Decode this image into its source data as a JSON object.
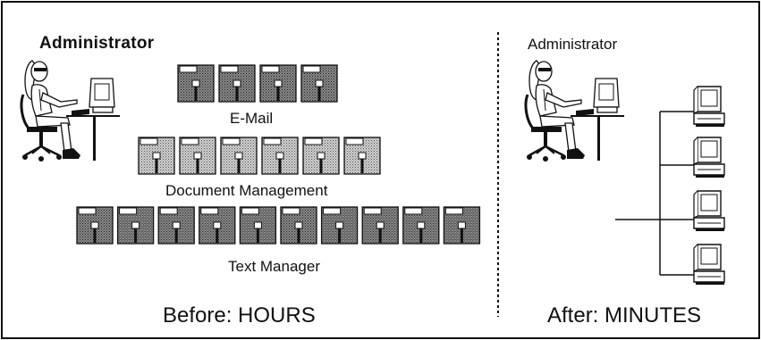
{
  "before": {
    "admin_label": "Administrator",
    "groups": [
      {
        "label": "E-Mail",
        "disk_count": 4,
        "shade": "dark"
      },
      {
        "label": "Document Management",
        "disk_count": 6,
        "shade": "light"
      },
      {
        "label": "Text Manager",
        "disk_count": 10,
        "shade": "dark"
      }
    ],
    "time_label": "Before: HOURS"
  },
  "after": {
    "admin_label": "Administrator",
    "computer_count": 4,
    "time_label": "After: MINUTES"
  }
}
